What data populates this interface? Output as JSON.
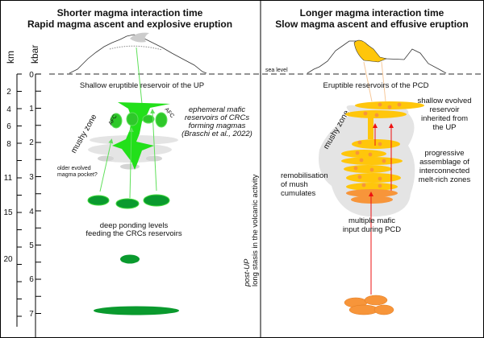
{
  "left_panel": {
    "title_1": "Shorter magma interaction time",
    "title_2": "Rapid magma ascent and explosive eruption",
    "shallow_label": "Shallow eruptible reservoir of the UP",
    "ephemeral_1": "ephemeral mafic",
    "ephemeral_2": "reservoirs of CRCs",
    "ephemeral_3": "forming magmas",
    "ephemeral_4": "(Braschi et al., 2022)",
    "afc_left": "AFC",
    "afc_right": "AFC",
    "mushy": "mushy zone",
    "older_1": "older evolved",
    "older_2": "magma pocket?",
    "deep_1": "deep ponding levels",
    "deep_2": "feeding the CRCs reservoirs"
  },
  "right_panel": {
    "title_1": "Longer magma interaction time",
    "title_2": "Slow magma ascent and effusive eruption",
    "sea_level": "sea level",
    "eruptible": "Eruptible reservoirs of the PCD",
    "shallow_1": "shallow evolved",
    "shallow_2": "reservoir",
    "shallow_3": "inherited from",
    "shallow_4": "the UP",
    "mushy": "mushy zone",
    "progressive_1": "progressive",
    "progressive_2": "assemblage of",
    "progressive_3": "interconnected",
    "progressive_4": "melt-rich zones",
    "remob_1": "remobilisation",
    "remob_2": "of mush",
    "remob_3": "cumulates",
    "mafic_1": "multiple mafic",
    "mafic_2": "input during PCD"
  },
  "divider": {
    "label_1": "post-UP",
    "label_2": "long stasis in the volcanic activity"
  },
  "axes": {
    "km_label": "km",
    "kbar_label": "kbar",
    "km_ticks": [
      "2",
      "4",
      "6",
      "8",
      "11",
      "15",
      "20"
    ],
    "kbar_ticks": [
      "0",
      "1",
      "2",
      "3",
      "4",
      "5",
      "6",
      "7"
    ]
  },
  "colors": {
    "green_bright": "#22e01a",
    "green_dark": "#0a9a2e",
    "yellow": "#ffc60b",
    "orange": "#f7953a",
    "mush": "#e2e2e2",
    "red": "#ee1111"
  }
}
